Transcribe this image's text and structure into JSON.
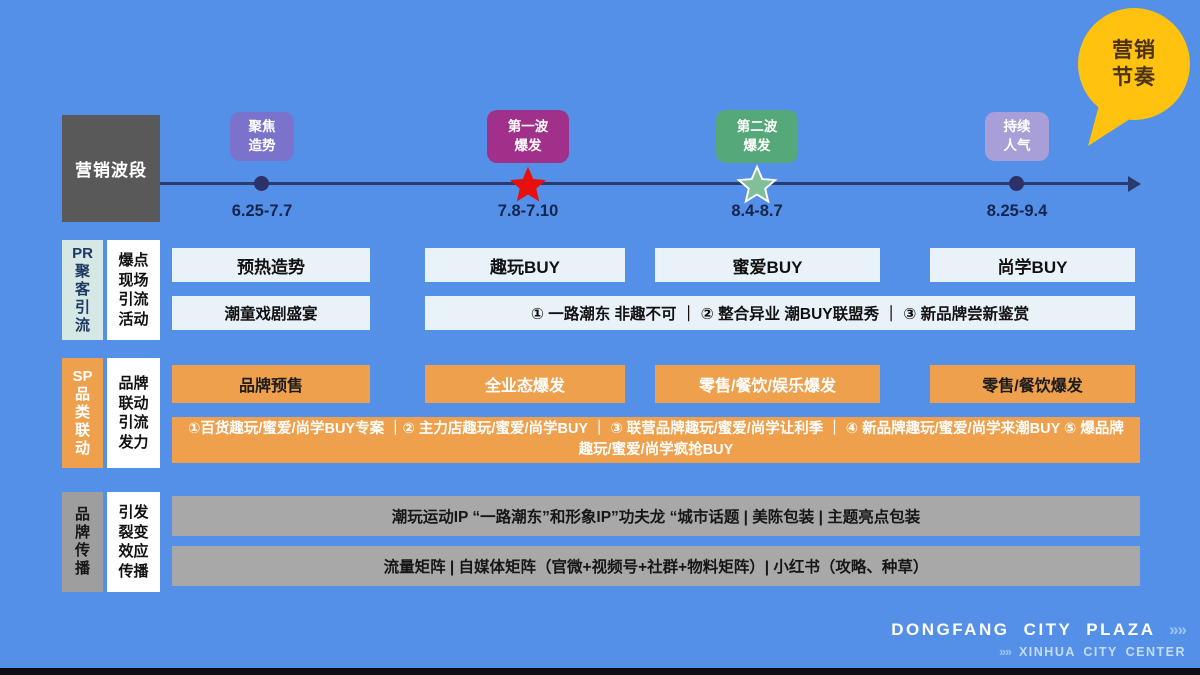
{
  "colors": {
    "background": "#5590E8",
    "timeline": "#2C3B6E",
    "badge_focus": "#7B72CC",
    "badge_wave1": "#A1308A",
    "badge_wave2": "#55A879",
    "badge_sustain": "#A89FD8",
    "star_red": "#E8100C",
    "star_green": "#7FBF9A",
    "orange": "#EFA04D",
    "gray": "#A8A8A8",
    "bubble_yellow": "#FFC20E",
    "header_gray": "#595959",
    "pr_label_teal": "#D5E8E3",
    "light_box": "#EAF2F9"
  },
  "bubble": {
    "label": "营销\n节奏"
  },
  "wave_header": {
    "label": "营销波段"
  },
  "timeline": {
    "milestones": [
      {
        "badge": "聚焦\n造势",
        "date": "6.25-7.7",
        "marker": "dot"
      },
      {
        "badge": "第一波\n爆发",
        "date": "7.8-7.10",
        "marker": "red-star"
      },
      {
        "badge": "第二波\n爆发",
        "date": "8.4-8.7",
        "marker": "green-star"
      },
      {
        "badge": "持续\n人气",
        "date": "8.25-9.4",
        "marker": "dot"
      }
    ]
  },
  "pr": {
    "category": "PR\n聚\n客\n引\n流",
    "activity": "爆点\n现场\n引流\n活动",
    "phase1": "预热造势",
    "phase2": "趣玩BUY",
    "phase3": "蜜爱BUY",
    "phase4": "尚学BUY",
    "detail_left": "潮童戏剧盛宴",
    "detail_right": "① 一路潮东 非趣不可 ｜ ② 整合异业 潮BUY联盟秀 ｜ ③ 新品牌尝新鉴赏"
  },
  "sp": {
    "category": "SP\n品\n类\n联\n动",
    "activity": "品牌\n联动\n引流\n发力",
    "phase1": "品牌预售",
    "phase2": "全业态爆发",
    "phase3": "零售/餐饮/娱乐爆发",
    "phase4": "零售/餐饮爆发",
    "detail": "①百货趣玩/蜜爱/尚学BUY专案 ｜② 主力店趣玩/蜜爱/尚学BUY ｜ ③ 联营品牌趣玩/蜜爱/尚学让利季 ｜ ④ 新品牌趣玩/蜜爱/尚学来潮BUY ⑤ 爆品牌趣玩/蜜爱/尚学疯抢BUY"
  },
  "brand": {
    "category": "品\n牌\n传\n播",
    "activity": "引发\n裂变\n效应\n传播",
    "row1": "潮玩运动IP “一路潮东”和形象IP”功夫龙 “城市话题 | 美陈包装 | 主题亮点包装",
    "row2": "流量矩阵 | 自媒体矩阵（官微+视频号+社群+物料矩阵）| 小红书（攻略、种草）"
  },
  "footer": {
    "line1": "DONGFANG CITY PLAZA",
    "line2": "XINHUA CITY CENTER",
    "chevrons": "»»"
  }
}
